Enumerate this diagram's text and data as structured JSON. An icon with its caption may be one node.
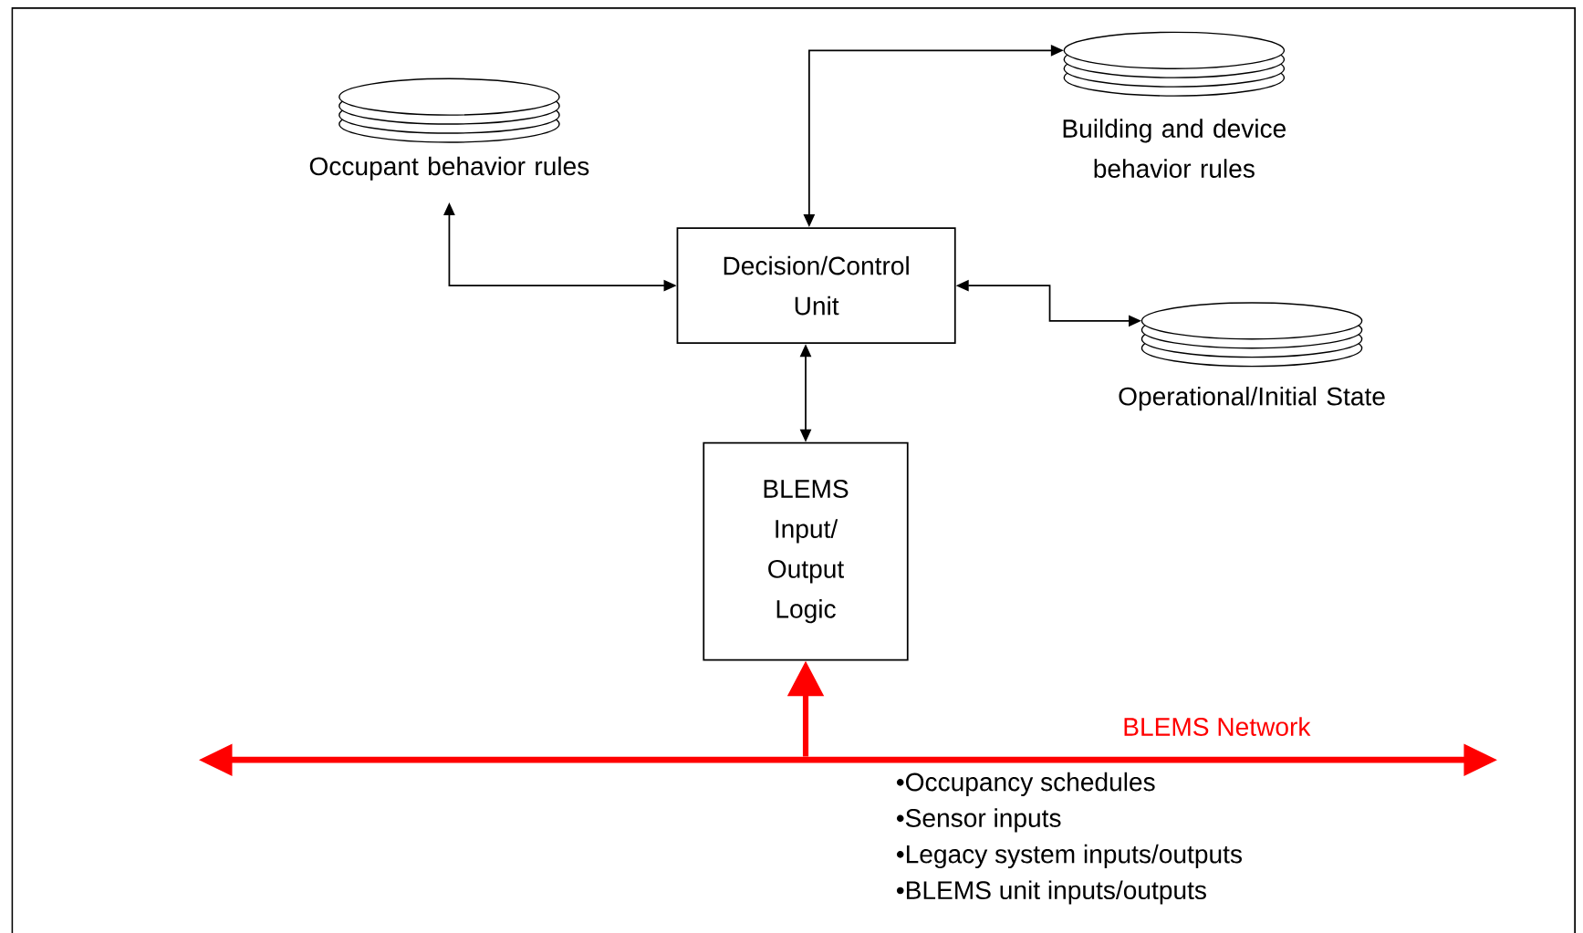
{
  "diagram": {
    "nodes": [
      {
        "text": [
          "Occupant behavior rules"
        ]
      },
      {
        "text": [
          "Building and device behavior rules"
        ]
      },
      {
        "text": [
          "Decision/Control Unit"
        ]
      },
      {
        "text": [
          "Operational/Initial State"
        ]
      },
      {
        "text": [
          "BLEMS Input/ Output Logic"
        ]
      },
      {
        "text": [
          "BLEMS Network"
        ],
        "beside": [
          "•Occupancy schedules",
          "•Sensor inputs",
          "•Legacy system inputs/outputs",
          "•BLEMS unit inputs/outputs"
        ]
      }
    ],
    "edges": [
      {
        "from": 2,
        "to": 0,
        "arrow": "both"
      },
      {
        "from": 2,
        "to": 1,
        "arrow": "both"
      },
      {
        "from": 2,
        "to": 3,
        "arrow": "both"
      },
      {
        "from": 2,
        "to": 4,
        "arrow": "both"
      },
      {
        "from": 5,
        "to": 4,
        "arrow": "to",
        "style": "thick",
        "color": "#ff0000"
      }
    ]
  }
}
